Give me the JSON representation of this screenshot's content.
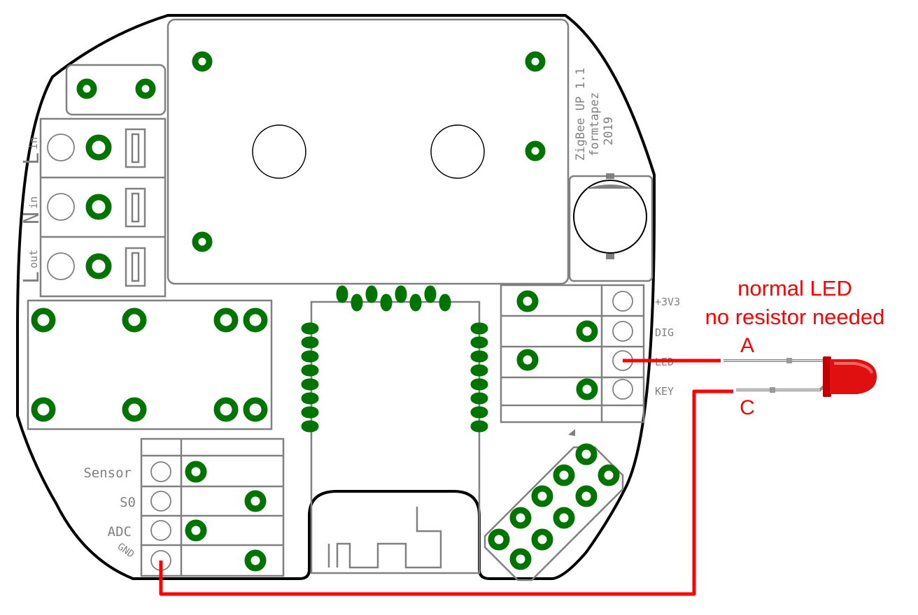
{
  "board": {
    "version_label": "ZigBee UP 1.1",
    "author_label": "formtapez",
    "year_label": "2019"
  },
  "power_terminals": [
    {
      "main": "L",
      "sub": "in"
    },
    {
      "main": "N",
      "sub": "in"
    },
    {
      "main": "L",
      "sub": "out"
    }
  ],
  "header_pins": [
    "+3V3",
    "DIG",
    "LED",
    "KEY"
  ],
  "sensor_pins": [
    "Sensor",
    "S0",
    "ADC",
    "GND"
  ],
  "annotations": {
    "title_line1": "normal LED",
    "title_line2": "no resistor needed",
    "anode_label": "A",
    "cathode_label": "C"
  },
  "colors": {
    "pad_green": "#007400",
    "wire_red": "#ff0000",
    "silkscreen_gray": "#808080",
    "led_red": "#e01010"
  }
}
